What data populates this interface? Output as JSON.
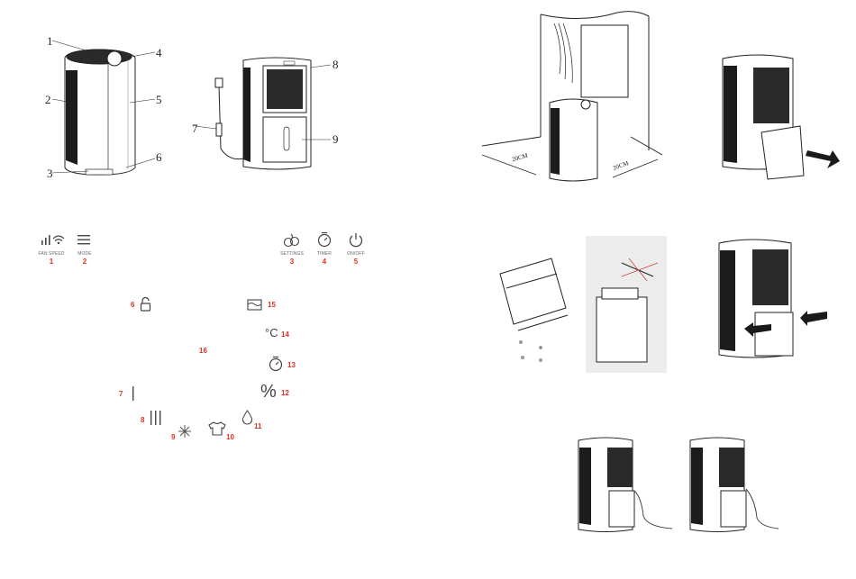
{
  "colors": {
    "accent_red": "#e0301e",
    "line": "#222222",
    "grille": "#1a1a1a"
  },
  "front_callouts": [
    "1",
    "2",
    "3",
    "4",
    "5",
    "6"
  ],
  "back_callouts": [
    "7",
    "8",
    "9"
  ],
  "room_labels": [
    "20CM",
    "20CM"
  ],
  "controls": [
    {
      "icon": "fan-speed-wifi-icon",
      "label": "FAN SPEED",
      "num": "1"
    },
    {
      "icon": "mode-icon",
      "label": "MODE",
      "num": "2"
    },
    {
      "icon": "settings-icon",
      "label": "SETTINGS",
      "num": "3"
    },
    {
      "icon": "timer-icon",
      "label": "TIMER",
      "num": "4"
    },
    {
      "icon": "power-icon",
      "label": "ON/OFF",
      "num": "5"
    }
  ],
  "display_numbers": {
    "n6": "6",
    "n7": "7",
    "n8": "8",
    "n9": "9",
    "n10": "10",
    "n11": "11",
    "n12": "12",
    "n13": "13",
    "n14": "14",
    "n15": "15",
    "n16": "16"
  },
  "display_icons": {
    "percent": "%",
    "celsius": "°C",
    "lock": "unlock-icon",
    "defrost": "snowflake-icon",
    "laundry": "shirt-icon",
    "drop": "drop-icon",
    "bars": "humidity-bars-icon",
    "bar": "single-bar-icon",
    "full_tank": "full-tank-icon",
    "timer": "timer-icon"
  }
}
